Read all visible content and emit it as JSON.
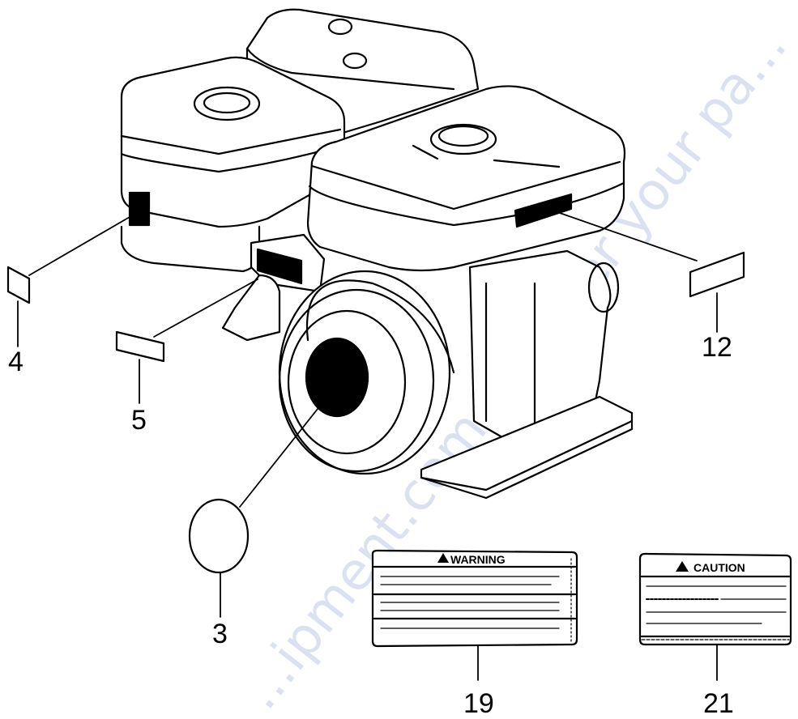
{
  "callouts": {
    "c3": "3",
    "c4": "4",
    "c5": "5",
    "c12": "12",
    "c19": "19",
    "c21": "21"
  },
  "labels": {
    "warning": "WARNING",
    "caution": "CAUTION"
  },
  "watermark": "...ipment.com to order your pa...",
  "colors": {
    "line": "#000000",
    "background": "#ffffff",
    "watermark": "#bfc9e6"
  }
}
